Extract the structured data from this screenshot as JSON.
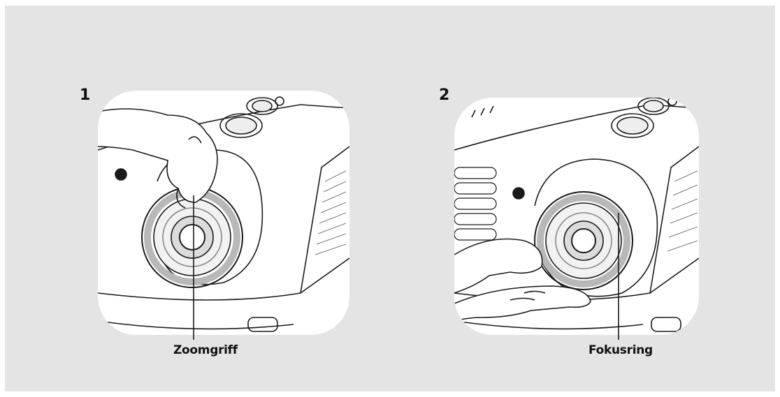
{
  "steps": [
    {
      "number": "1",
      "callout": "Zoomgriff"
    },
    {
      "number": "2",
      "callout": "Fokusring"
    }
  ],
  "colors": {
    "panel_bg": "#e4e4e4",
    "line": "#1a1a1a",
    "lens_ring": "#b8b8b8",
    "lens_inner": "#dcdcdc"
  }
}
